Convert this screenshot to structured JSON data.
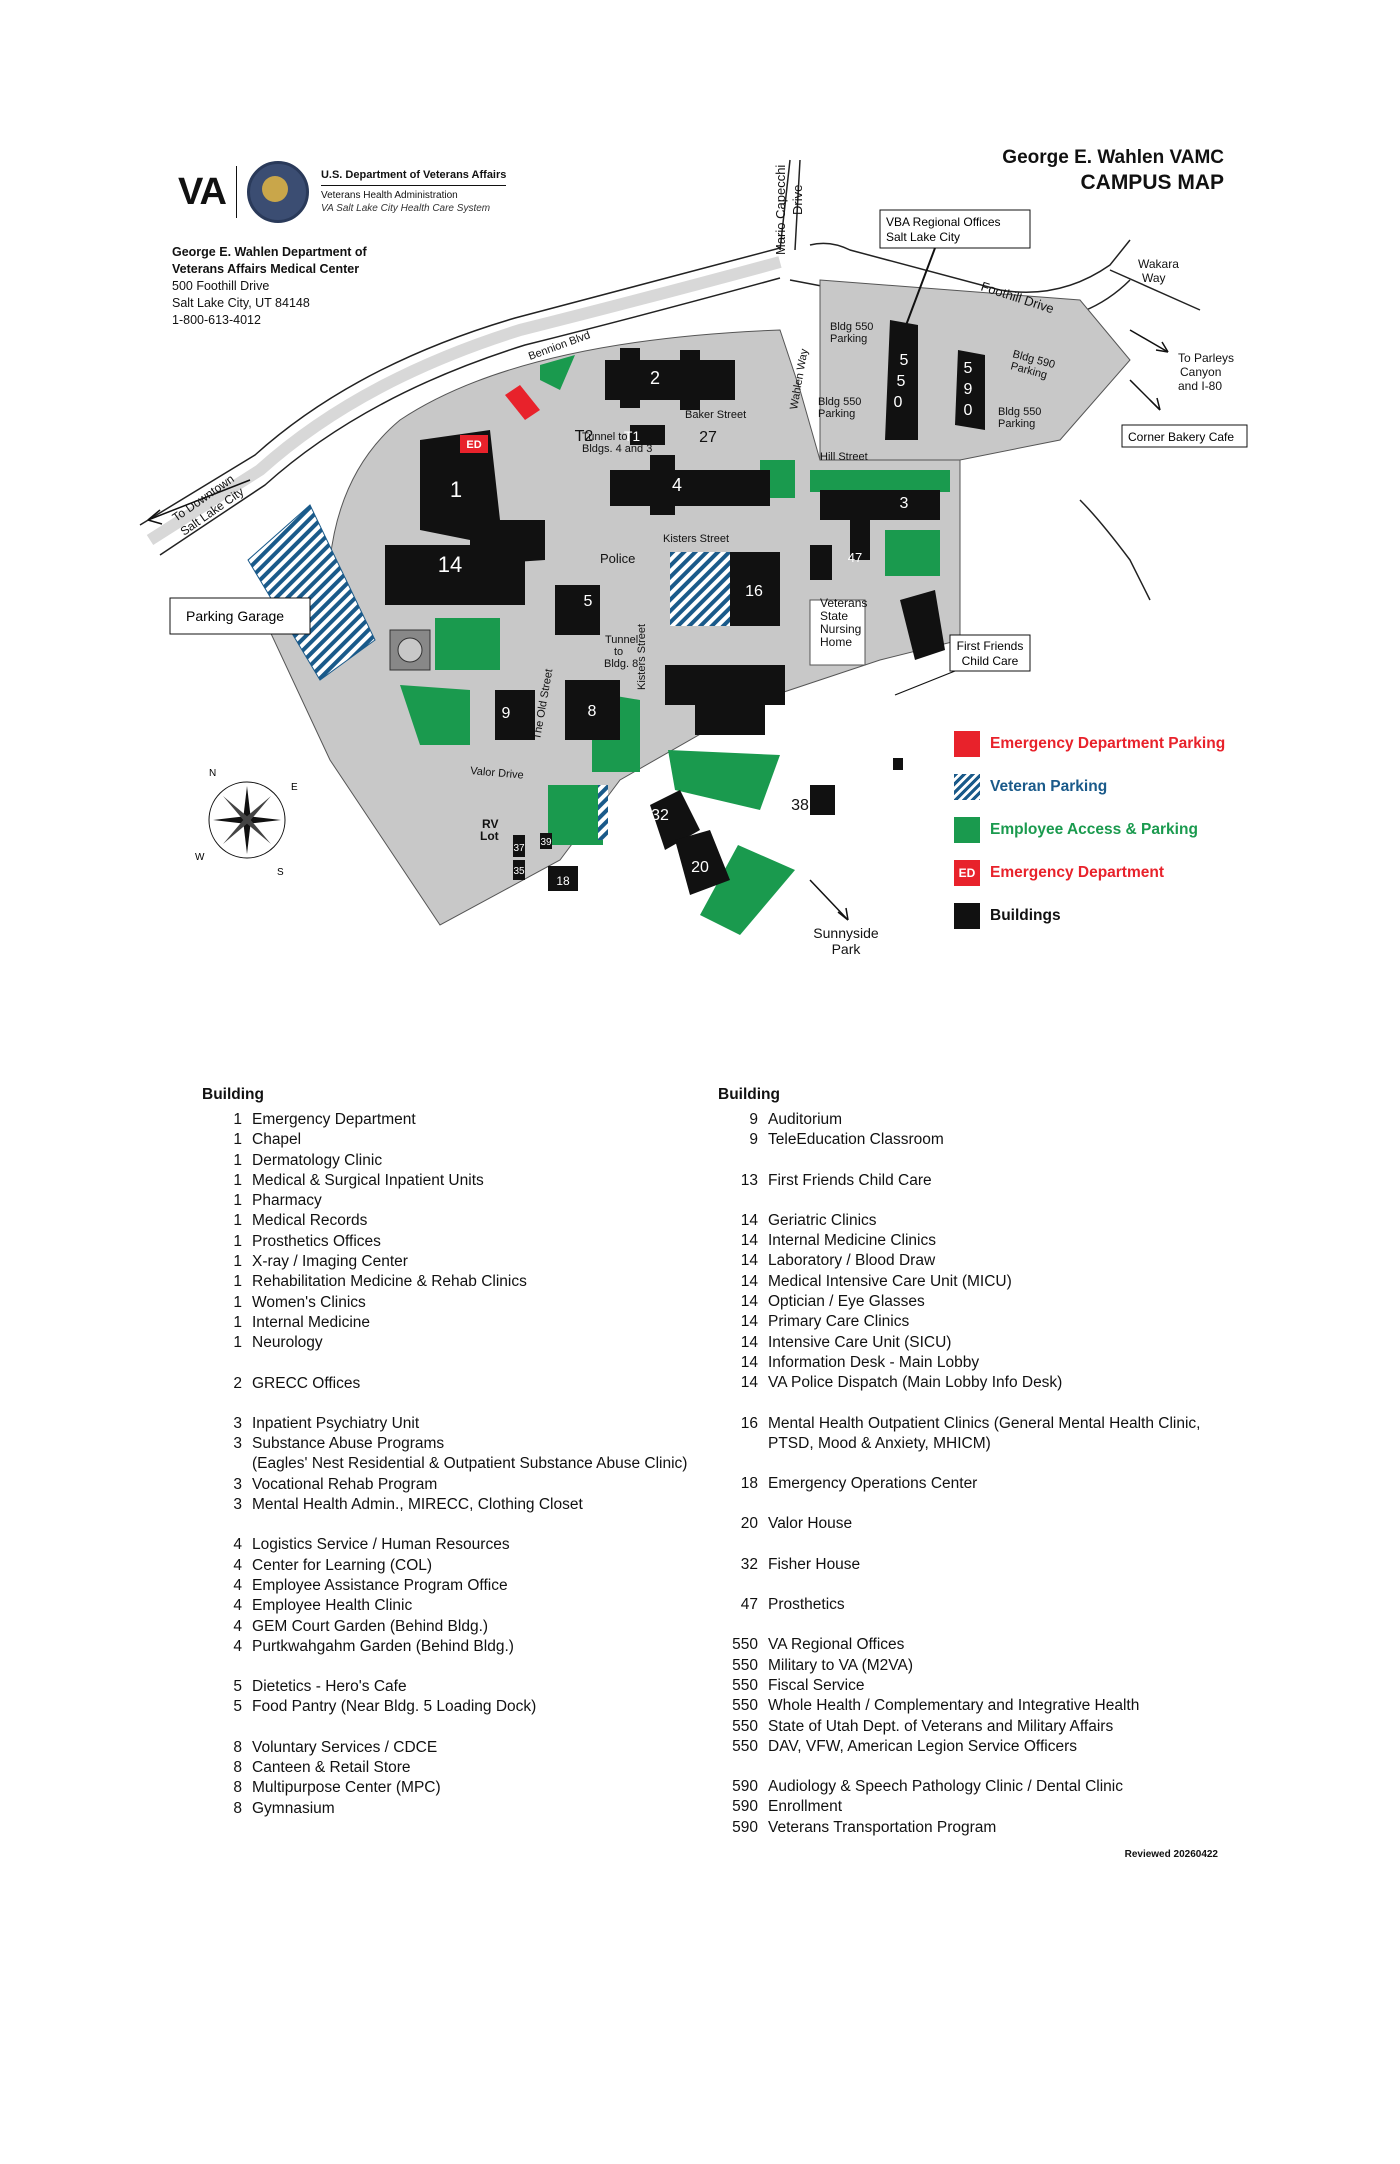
{
  "header": {
    "title_line1": "George E. Wahlen VAMC",
    "title_line2": "CAMPUS MAP"
  },
  "logo": {
    "mark": "VA",
    "dept": "U.S. Department of Veterans Affairs",
    "vha": "Veterans Health Administration",
    "system": "VA Salt Lake City Health Care System"
  },
  "address": {
    "name_line1": "George E. Wahlen Department of",
    "name_line2": "Veterans Affairs Medical Center",
    "street": "500 Foothill Drive",
    "city": "Salt Lake City, UT 84148",
    "phone": "1-800-613-4012"
  },
  "colors": {
    "green": "#1a9a4e",
    "red": "#e8222b",
    "blue": "#1a5a8a",
    "campus": "#c8c8c8",
    "building": "#111111"
  },
  "map_labels": {
    "mario_capecchi": "Mario Capecchi",
    "drive": "Drive",
    "vba_box_1": "VBA Regional Offices",
    "vba_box_2": "Salt Lake City",
    "wakara_1": "Wakara",
    "wakara_2": "Way",
    "foothill": "Foothill Drive",
    "parleys_1": "To Parleys",
    "parleys_2": "Canyon",
    "parleys_3": "and I-80",
    "corner_bakery": "Corner Bakery Cafe",
    "downtown_1": "To Downtown",
    "downtown_2": "Salt Lake City",
    "parking_garage": "Parking Garage",
    "bldg550_parking_a1": "Bldg 550",
    "bldg550_parking_a2": "Parking",
    "bldg550_parking_b1": "Bldg 550",
    "bldg550_parking_b2": "Parking",
    "bldg590_parking_1": "Bldg 590",
    "bldg590_parking_2": "Parking",
    "bldg550_parking_c1": "Bldg 550",
    "bldg550_parking_c2": "Parking",
    "bldg_550_5a": "5",
    "bldg_550_5b": "5",
    "bldg_550_0": "0",
    "bldg_590_5": "5",
    "bldg_590_9": "9",
    "bldg_590_0": "0",
    "bennion": "Bennion Blvd",
    "baker": "Baker Street",
    "wahlen_way": "Wahlen Way",
    "hill_street": "Hill Street",
    "kisters": "Kisters Street",
    "kisters2": "Kisters Street",
    "the_old_street": "The Old Street",
    "valor_drive": "Valor Drive",
    "tunnel_1_1": "Tunnel to",
    "tunnel_1_2": "Bldgs. 4 and 3",
    "tunnel_2_1": "Tunnel",
    "tunnel_2_2": "to",
    "tunnel_2_3": "Bldg. 8",
    "police": "Police",
    "vsnh_1": "Veterans",
    "vsnh_2": "State",
    "vsnh_3": "Nursing",
    "vsnh_4": "Home",
    "ffcc_1": "First Friends",
    "ffcc_2": "Child Care",
    "sunnyside_1": "Sunnyside",
    "sunnyside_2": "Park",
    "rv_1": "RV",
    "rv_2": "Lot",
    "ed": "ED",
    "compass_n": "N",
    "compass_e": "E",
    "compass_s": "S",
    "compass_w": "W",
    "b1": "1",
    "b2": "2",
    "b3": "3",
    "b4": "4",
    "b5": "5",
    "b8": "8",
    "b9": "9",
    "b14": "14",
    "b16": "16",
    "b18": "18",
    "b20": "20",
    "b27": "27",
    "b32": "32",
    "b35": "35",
    "b37": "37",
    "b38": "38",
    "b39": "39",
    "b47": "47",
    "t1": "T1",
    "t2": "T2"
  },
  "legend": [
    {
      "label": "Emergency Department Parking",
      "color": "#e8222b",
      "kind": "solid"
    },
    {
      "label": "Veteran Parking",
      "color": "#1a5a8a",
      "kind": "hatch"
    },
    {
      "label": "Employee Access & Parking",
      "color": "#1a9a4e",
      "kind": "solid"
    },
    {
      "label": "Emergency Department",
      "color": "#e8222b",
      "kind": "ed",
      "badge": "ED"
    },
    {
      "label": "Buildings",
      "color": "#111111",
      "kind": "solid"
    }
  ],
  "directory": {
    "heading": "Building",
    "left": [
      [
        {
          "num": "1",
          "name": "Emergency Department"
        },
        {
          "num": "1",
          "name": "Chapel"
        },
        {
          "num": "1",
          "name": "Dermatology Clinic"
        },
        {
          "num": "1",
          "name": "Medical & Surgical Inpatient Units"
        },
        {
          "num": "1",
          "name": " Pharmacy"
        },
        {
          "num": "1",
          "name": "Medical Records"
        },
        {
          "num": "1",
          "name": "Prosthetics Offices"
        },
        {
          "num": "1",
          "name": "X-ray / Imaging Center"
        },
        {
          "num": "1",
          "name": "Rehabilitation Medicine & Rehab Clinics"
        },
        {
          "num": "1",
          "name": "Women's Clinics"
        },
        {
          "num": "1",
          "name": "Internal Medicine"
        },
        {
          "num": "1",
          "name": "Neurology"
        }
      ],
      [
        {
          "num": "2",
          "name": "GRECC Offices"
        }
      ],
      [
        {
          "num": "3",
          "name": "Inpatient Psychiatry Unit"
        },
        {
          "num": "3",
          "name": "Substance Abuse Programs"
        },
        {
          "num": "",
          "name": "(Eagles' Nest Residential & Outpatient Substance Abuse Clinic)"
        },
        {
          "num": "3",
          "name": "Vocational Rehab Program"
        },
        {
          "num": "3",
          "name": "Mental Health Admin., MIRECC, Clothing Closet"
        }
      ],
      [
        {
          "num": "4",
          "name": "Logistics Service / Human Resources"
        },
        {
          "num": "4",
          "name": "Center for Learning (COL)"
        },
        {
          "num": "4",
          "name": "Employee Assistance Program Office"
        },
        {
          "num": "4",
          "name": "Employee Health Clinic"
        },
        {
          "num": "4",
          "name": "GEM Court Garden (Behind Bldg.)"
        },
        {
          "num": "4",
          "name": "Purtkwahgahm Garden (Behind Bldg.)"
        }
      ],
      [
        {
          "num": "5",
          "name": "Dietetics - Hero's Cafe"
        },
        {
          "num": "5",
          "name": "Food Pantry (Near Bldg. 5 Loading Dock)"
        }
      ],
      [
        {
          "num": "8",
          "name": "Voluntary Services / CDCE"
        },
        {
          "num": "8",
          "name": "Canteen & Retail Store"
        },
        {
          "num": "8",
          "name": "Multipurpose Center (MPC)"
        },
        {
          "num": "8",
          "name": "Gymnasium"
        }
      ]
    ],
    "right": [
      [
        {
          "num": "9",
          "name": "Auditorium"
        },
        {
          "num": "9",
          "name": "TeleEducation Classroom"
        }
      ],
      [
        {
          "num": "13",
          "name": "First Friends Child Care"
        }
      ],
      [
        {
          "num": "14",
          "name": "Geriatric Clinics"
        },
        {
          "num": "14",
          "name": "Internal Medicine Clinics"
        },
        {
          "num": "14",
          "name": "Laboratory / Blood Draw"
        },
        {
          "num": "14",
          "name": "Medical Intensive Care Unit (MICU)"
        },
        {
          "num": "14",
          "name": "Optician / Eye Glasses"
        },
        {
          "num": "14",
          "name": "Primary Care Clinics"
        },
        {
          "num": "14",
          "name": "Intensive Care Unit (SICU)"
        },
        {
          "num": "14",
          "name": "Information Desk - Main Lobby"
        },
        {
          "num": "14",
          "name": "VA Police Dispatch (Main Lobby Info Desk)"
        }
      ],
      [
        {
          "num": "16",
          "name": "Mental Health Outpatient Clinics (General Mental Health Clinic,"
        },
        {
          "num": "",
          "name": "PTSD, Mood & Anxiety, MHICM)"
        }
      ],
      [
        {
          "num": "18",
          "name": "Emergency Operations Center"
        }
      ],
      [
        {
          "num": "20",
          "name": "Valor House"
        }
      ],
      [
        {
          "num": "32",
          "name": "Fisher House"
        }
      ],
      [
        {
          "num": "47",
          "name": "Prosthetics"
        }
      ],
      [
        {
          "num": "550",
          "name": "VA Regional Offices"
        },
        {
          "num": "550",
          "name": "Military to VA (M2VA)"
        },
        {
          "num": "550",
          "name": "Fiscal Service"
        },
        {
          "num": "550",
          "name": "Whole Health / Complementary and Integrative Health"
        },
        {
          "num": "550",
          "name": "State of Utah Dept. of Veterans and Military Affairs"
        },
        {
          "num": "550",
          "name": "DAV, VFW, American Legion Service Officers"
        }
      ],
      [
        {
          "num": "590",
          "name": "Audiology & Speech Pathology Clinic / Dental Clinic"
        },
        {
          "num": "590",
          "name": "Enrollment"
        },
        {
          "num": "590",
          "name": "Veterans Transportation Program"
        }
      ]
    ]
  },
  "reviewed": "Reviewed 20260422"
}
